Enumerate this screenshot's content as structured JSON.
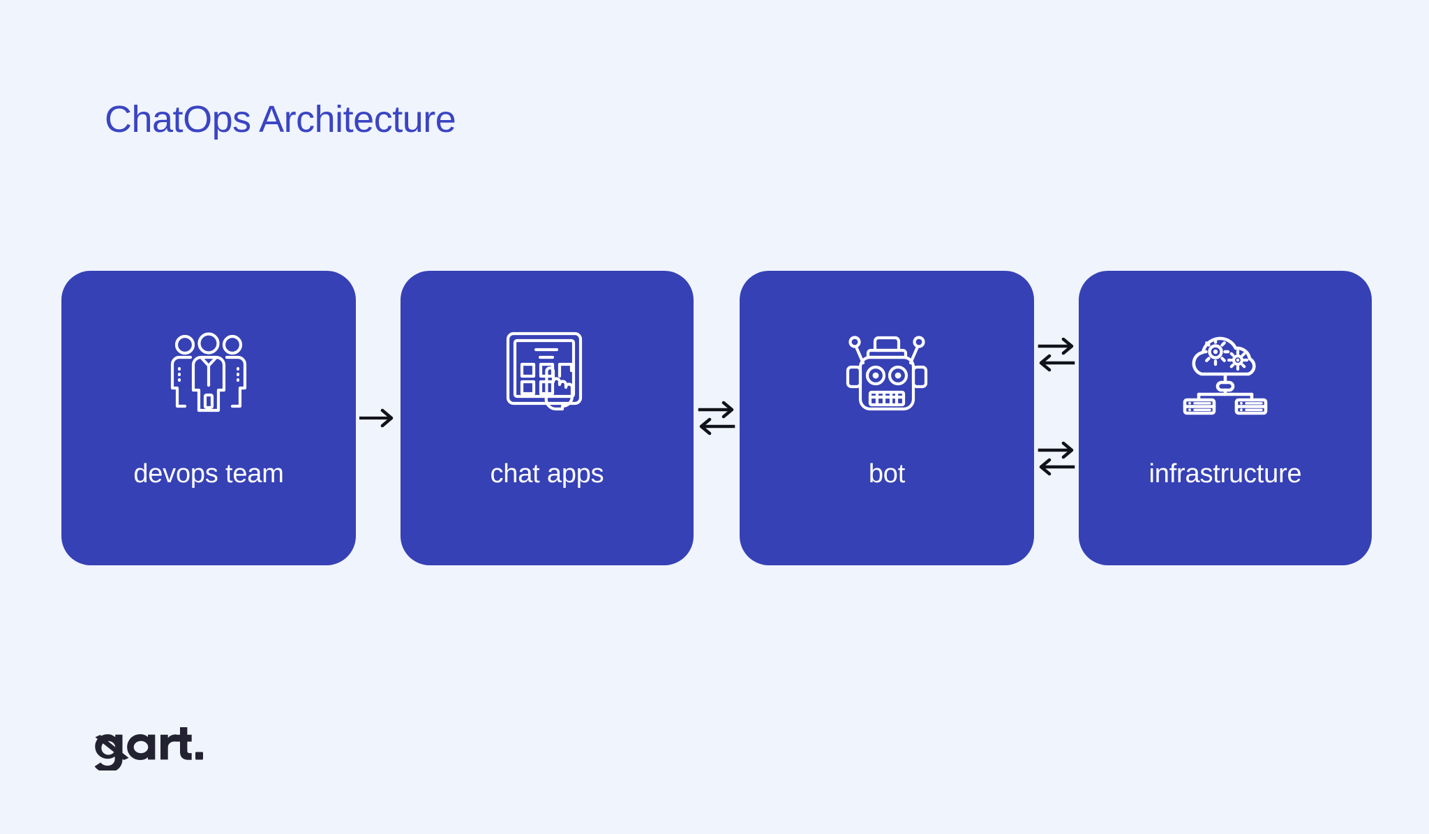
{
  "page": {
    "title": "ChatOps Architecture",
    "background_color": "#f0f4fd",
    "title_color": "#3a45c2",
    "card_color": "#3641b5",
    "card_text_color": "#ffffff",
    "arrow_color": "#12131a",
    "logo_color": "#222231"
  },
  "diagram": {
    "type": "flow",
    "nodes": [
      {
        "id": "devops-team",
        "label": "devops team",
        "icon": "three-people-icon"
      },
      {
        "id": "chat-apps",
        "label": "chat apps",
        "icon": "tablet-app-grid-tap-icon"
      },
      {
        "id": "bot",
        "label": "bot",
        "icon": "robot-head-icon"
      },
      {
        "id": "infrastructure",
        "label": "infrastructure",
        "icon": "cloud-gears-servers-icon"
      }
    ],
    "connectors": [
      {
        "id": "conn-1",
        "from": "devops-team",
        "to": "chat-apps",
        "kind": "arrow-right",
        "icon": "arrow-right-icon"
      },
      {
        "id": "conn-2",
        "from": "chat-apps",
        "to": "bot",
        "kind": "bidirectional",
        "icon": "exchange-arrows-icon"
      },
      {
        "id": "conn-3",
        "from": "bot",
        "to": "infrastructure",
        "kind": "bidirectional",
        "icon": "exchange-arrows-icon"
      },
      {
        "id": "conn-4",
        "from": "bot",
        "to": "infrastructure",
        "kind": "bidirectional",
        "icon": "exchange-arrows-icon"
      }
    ]
  },
  "brand": {
    "name": "gart.",
    "logo_icon": "gart-wordmark-logo"
  }
}
